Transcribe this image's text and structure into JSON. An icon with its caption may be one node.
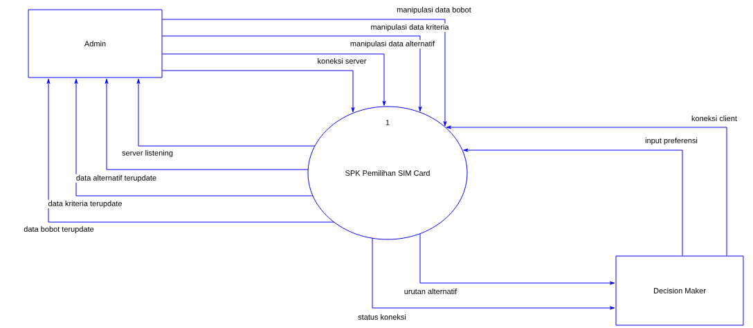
{
  "diagram": {
    "nodes": [
      {
        "text": [
          "Admin"
        ]
      },
      {
        "text": [
          "1",
          "SPK Pemilihan SIM Card"
        ]
      },
      {
        "text": [
          "Decision Maker"
        ]
      }
    ],
    "edges": [
      {
        "from": 0,
        "to": 1,
        "arrow": "to",
        "label": "manipulasi data bobot"
      },
      {
        "from": 0,
        "to": 1,
        "arrow": "to",
        "label": "manipulasi data kriteria"
      },
      {
        "from": 0,
        "to": 1,
        "arrow": "to",
        "label": "manipulasi data alternatif"
      },
      {
        "from": 0,
        "to": 1,
        "arrow": "to",
        "label": "koneksi server"
      },
      {
        "from": 1,
        "to": 0,
        "arrow": "to",
        "label": "server listening"
      },
      {
        "from": 1,
        "to": 0,
        "arrow": "to",
        "label": "data alternatif terupdate"
      },
      {
        "from": 1,
        "to": 0,
        "arrow": "to",
        "label": "data kriteria terupdate"
      },
      {
        "from": 1,
        "to": 0,
        "arrow": "to",
        "label": "data bobot terupdate"
      },
      {
        "from": 1,
        "to": 2,
        "arrow": "to",
        "label": "urutan alternatif"
      },
      {
        "from": 1,
        "to": 2,
        "arrow": "to",
        "label": "status koneksi"
      },
      {
        "from": 2,
        "to": 1,
        "arrow": "to",
        "label": "koneksi client"
      },
      {
        "from": 2,
        "to": 1,
        "arrow": "to",
        "label": "input preferensi"
      }
    ]
  }
}
